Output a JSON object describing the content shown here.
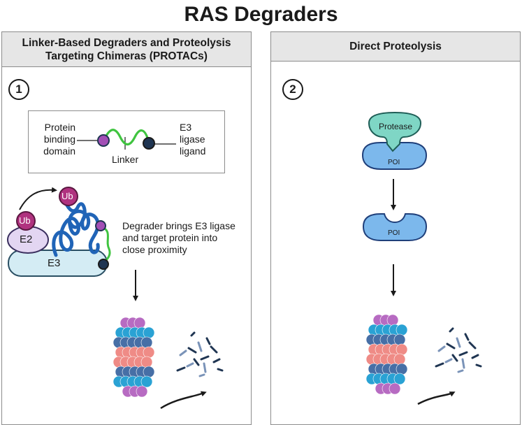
{
  "title": "RAS Degraders",
  "left_panel": {
    "heading_line1": "Linker-Based Degraders and Proteolysis",
    "heading_line2": "Targeting Chimeras (PROTACs)",
    "step": "1",
    "schematic": {
      "left_label": [
        "Protein",
        "binding",
        "domain"
      ],
      "center_label": "Linker",
      "right_label": [
        "E3",
        "ligase",
        "ligand"
      ]
    },
    "complex": {
      "ub_top": "Ub",
      "ub_left": "Ub",
      "e2": "E2",
      "e3": "E3",
      "caption": [
        "Degrader brings E3 ligase",
        "and target protein into",
        "close proximity"
      ]
    }
  },
  "right_panel": {
    "heading": "Direct Proteolysis",
    "step": "2",
    "protease": "Protease",
    "poi_bound": "POI",
    "poi_cleaved": "POI"
  },
  "colors": {
    "header_bg": "#e6e6e6",
    "purple": "#a24fb5",
    "navy": "#1f3552",
    "blue_protein": "#2064b7",
    "linker_green": "#3fc43f",
    "ub_magenta": "#b0327f",
    "e2_lavender": "#e3d6f2",
    "e3_lightblue": "#d4ecf4",
    "protease_teal": "#7fd6c5",
    "poi_blue": "#7cb8ec",
    "proteasome_cyan": "#2aa2d4",
    "proteasome_salmon": "#ef8b86",
    "proteasome_slate": "#476fa6",
    "proteasome_purple": "#b76bc2"
  }
}
